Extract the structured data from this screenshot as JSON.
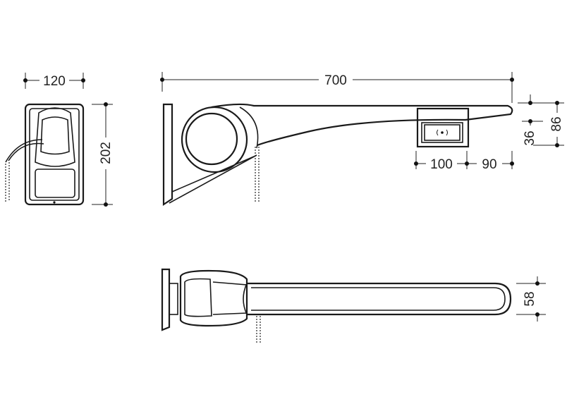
{
  "dimensions": {
    "front_width": "120",
    "front_height": "202",
    "side_length": "700",
    "side_height": "86",
    "side_inner_height": "36",
    "module_width": "100",
    "module_offset": "90",
    "top_width": "58"
  },
  "colors": {
    "line": "#1a1a1a",
    "background": "#ffffff"
  },
  "icons": {
    "sensor": "wireless-sensor-icon"
  }
}
